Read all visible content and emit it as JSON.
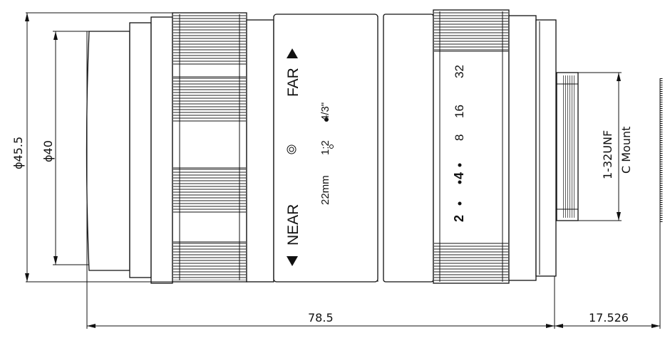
{
  "drawing": {
    "dimensions": {
      "outer_diameter": "ϕ45.5",
      "front_diameter": "ϕ40",
      "length": "78.5",
      "flange": "17.526"
    },
    "mount": {
      "thread": "1-32UNF",
      "type": "C Mount"
    },
    "barrel": {
      "near_label": "NEAR",
      "far_label": "FAR",
      "focal_length": "22mm",
      "aperture": "1:2",
      "sensor_format": "4/3\"",
      "f_stops": [
        "2",
        "4",
        "8",
        "16",
        "32"
      ]
    }
  }
}
